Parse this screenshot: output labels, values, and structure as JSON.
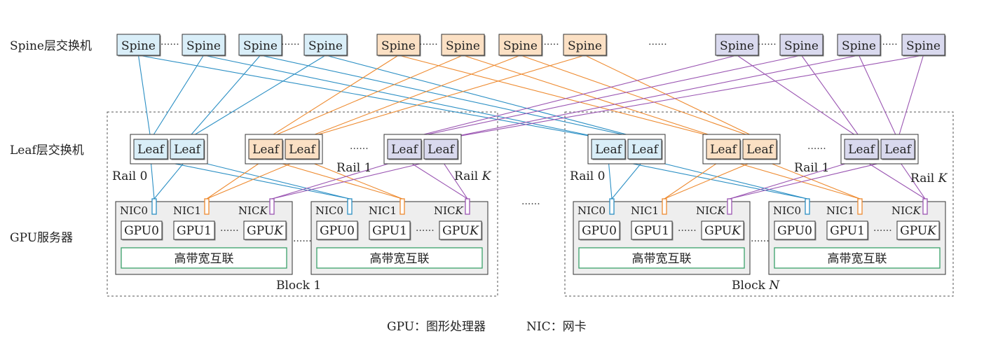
{
  "row_labels": {
    "spine": "Spine层交换机",
    "leaf": "Leaf层交换机",
    "gpu": "GPU服务器"
  },
  "switch_labels": {
    "spine": "Spine",
    "leaf": "Leaf"
  },
  "rail_labels": {
    "rail0": "Rail 0",
    "rail1": "Rail 1",
    "railK_prefix": "Rail ",
    "railK_italic": "K"
  },
  "server": {
    "nic0": "NIC0",
    "nic1": "NIC1",
    "nicK_prefix": "NIC",
    "nicK_italic": "K",
    "gpu0": "GPU0",
    "gpu1": "GPU1",
    "gpuK_prefix": "GPU",
    "gpuK_italic": "K",
    "interconnect": "高带宽互联"
  },
  "blocks": {
    "block1": "Block 1",
    "blockN_prefix": "Block ",
    "blockN_italic": "N"
  },
  "ellipsis": "······",
  "caption": {
    "gpu": "GPU：图形处理器",
    "nic": "NIC：网卡"
  },
  "colors": {
    "blue_fill": "#d9eef8",
    "blue_line": "#2b8fc4",
    "orange_fill": "#fbe0c4",
    "orange_line": "#ee8a2f",
    "purple_fill": "#d9d9ee",
    "purple_line": "#9a55b2",
    "green": "#3aa06a",
    "server_fill": "#eeeeee"
  }
}
